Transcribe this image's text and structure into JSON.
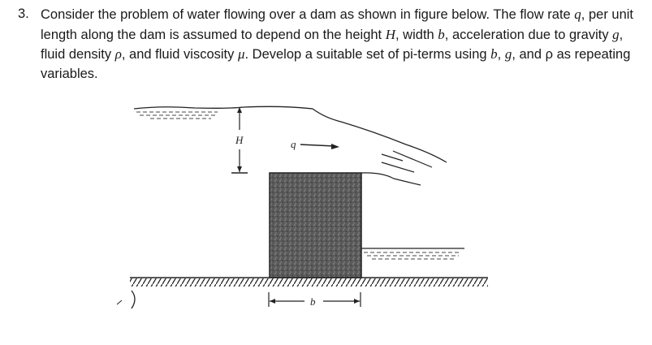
{
  "problem": {
    "number": "3.",
    "segments": [
      {
        "t": "Consider the problem of water flowing over a dam as shown in figure below. The flow rate "
      },
      {
        "t": "q",
        "i": true
      },
      {
        "t": ", per unit length along the dam is assumed to depend on the height "
      },
      {
        "t": "H",
        "i": true
      },
      {
        "t": ", width "
      },
      {
        "t": "b",
        "i": true
      },
      {
        "t": ", acceleration due to gravity "
      },
      {
        "t": "g",
        "i": true
      },
      {
        "t": ", fluid density "
      },
      {
        "t": "ρ",
        "i": true
      },
      {
        "t": ", and fluid viscosity "
      },
      {
        "t": "μ",
        "i": true
      },
      {
        "t": ". Develop a suitable set of pi-terms using "
      },
      {
        "t": "b",
        "i": true
      },
      {
        "t": ", "
      },
      {
        "t": "g",
        "i": true
      },
      {
        "t": ", and ρ as repeating variables."
      }
    ]
  },
  "figure": {
    "label_H": "H",
    "label_q": "q",
    "label_b": "b"
  }
}
